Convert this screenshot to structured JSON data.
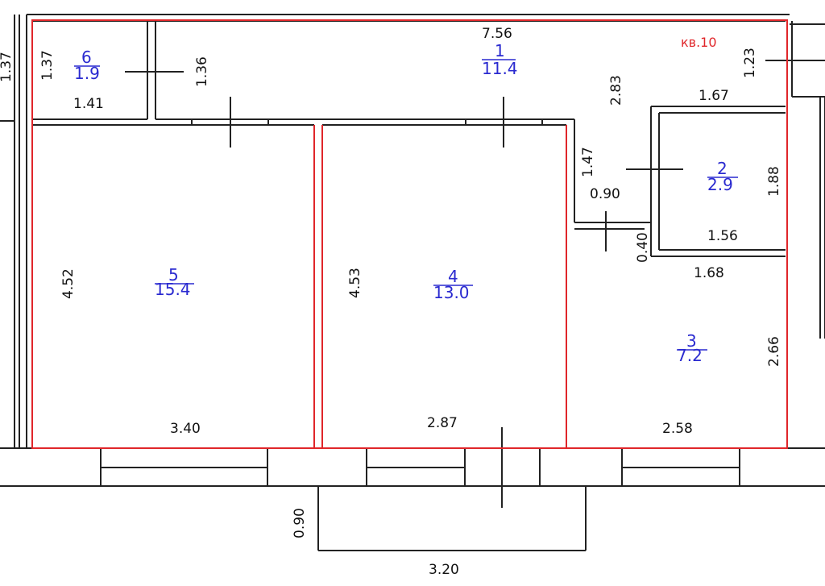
{
  "colors": {
    "wall": "#222222",
    "apartment_outline": "#e0262a",
    "room_label": "#2a2ad0",
    "apartment_label": "#e0262a",
    "dimension_text": "#111111"
  },
  "apartment_label": "кв.10",
  "rooms": [
    {
      "id": "1",
      "number": "1",
      "area": "11.4"
    },
    {
      "id": "2",
      "number": "2",
      "area": "2.9"
    },
    {
      "id": "3",
      "number": "3",
      "area": "7.2"
    },
    {
      "id": "4",
      "number": "4",
      "area": "13.0"
    },
    {
      "id": "5",
      "number": "5",
      "area": "15.4"
    },
    {
      "id": "6",
      "number": "6",
      "area": "1.9"
    }
  ],
  "dimensions": {
    "corridor_length": "7.56",
    "corridor_width_right": "1.23",
    "corridor_side": "2.83",
    "room6_height": "1.37",
    "room6_height_outer": "1.37",
    "room6_width": "1.41",
    "room6_side": "1.36",
    "room2_top": "1.67",
    "room2_height": "1.88",
    "room2_bottom": "1.56",
    "passage_height": "1.47",
    "passage_width": "0.90",
    "passage_wall": "0.40",
    "room3_top": "1.68",
    "room3_height": "2.66",
    "room3_bottom": "2.58",
    "room4_height": "4.53",
    "room4_width": "2.87",
    "room5_height": "4.52",
    "room5_width": "3.40",
    "balcony_depth": "0.90",
    "balcony_width": "3.20"
  }
}
